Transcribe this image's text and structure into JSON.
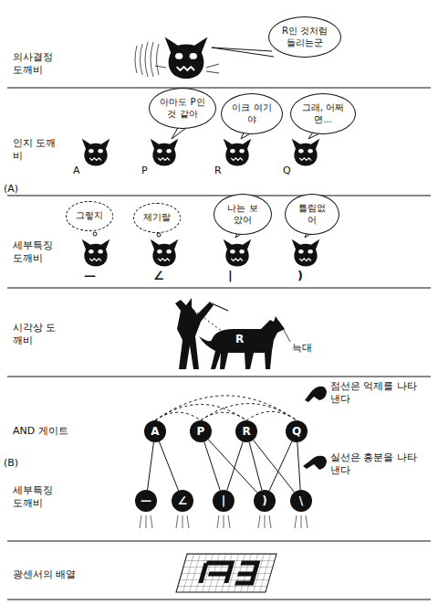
{
  "diagram": {
    "nodes": [
      {
        "text": [
          "R인 것처럼 들리는군"
        ]
      },
      {
        "text": [
          "아마도 P인것 같아"
        ]
      },
      {
        "text": [
          "이크 여기야"
        ]
      },
      {
        "text": [
          "그래, 어쩌면..."
        ]
      },
      {
        "text": [
          "그렇지"
        ]
      },
      {
        "text": [
          "제기랄"
        ]
      },
      {
        "text": [
          "나는 보았어"
        ]
      },
      {
        "text": [
          "틀림없어"
        ]
      },
      {
        "text": [
          "A"
        ]
      },
      {
        "text": [
          "P"
        ]
      },
      {
        "text": [
          "R"
        ]
      },
      {
        "text": [
          "Q"
        ]
      },
      {
        "text": [
          "—"
        ]
      },
      {
        "text": [
          "∠"
        ]
      },
      {
        "text": [
          "|"
        ]
      },
      {
        "text": [
          ")"
        ]
      },
      {
        "text": [
          "\\"
        ]
      }
    ],
    "edges": [
      {
        "from": 8,
        "to": 12,
        "arrow": "none"
      },
      {
        "from": 8,
        "to": 13,
        "arrow": "none"
      },
      {
        "from": 9,
        "to": 14,
        "arrow": "none"
      },
      {
        "from": 9,
        "to": 15,
        "arrow": "none"
      },
      {
        "from": 10,
        "to": 14,
        "arrow": "none"
      },
      {
        "from": 10,
        "to": 15,
        "arrow": "none"
      },
      {
        "from": 10,
        "to": 16,
        "arrow": "none"
      },
      {
        "from": 11,
        "to": 15,
        "arrow": "none"
      },
      {
        "from": 11,
        "to": 16,
        "arrow": "none"
      },
      {
        "from": 8,
        "to": 9,
        "arrow": "none"
      },
      {
        "from": 8,
        "to": 10,
        "arrow": "none"
      },
      {
        "from": 8,
        "to": 11,
        "arrow": "none"
      },
      {
        "from": 9,
        "to": 10,
        "arrow": "none"
      },
      {
        "from": 9,
        "to": 11,
        "arrow": "none"
      },
      {
        "from": 10,
        "to": 11,
        "arrow": "none"
      }
    ],
    "labels": [
      "의사결정 도깨비",
      "(A)",
      "인지 도깨비",
      "A",
      "P",
      "R",
      "Q",
      "세부특징 도깨비",
      "—",
      "∠",
      "|",
      ")",
      "시각상 도깨비",
      "R",
      "늑대",
      "AND 게이트",
      "점선은 억제를 나타낸다",
      "실선은 흥분을 나타낸다",
      "(B)",
      "세부특징 도깨비",
      "광센서의 배열"
    ]
  }
}
